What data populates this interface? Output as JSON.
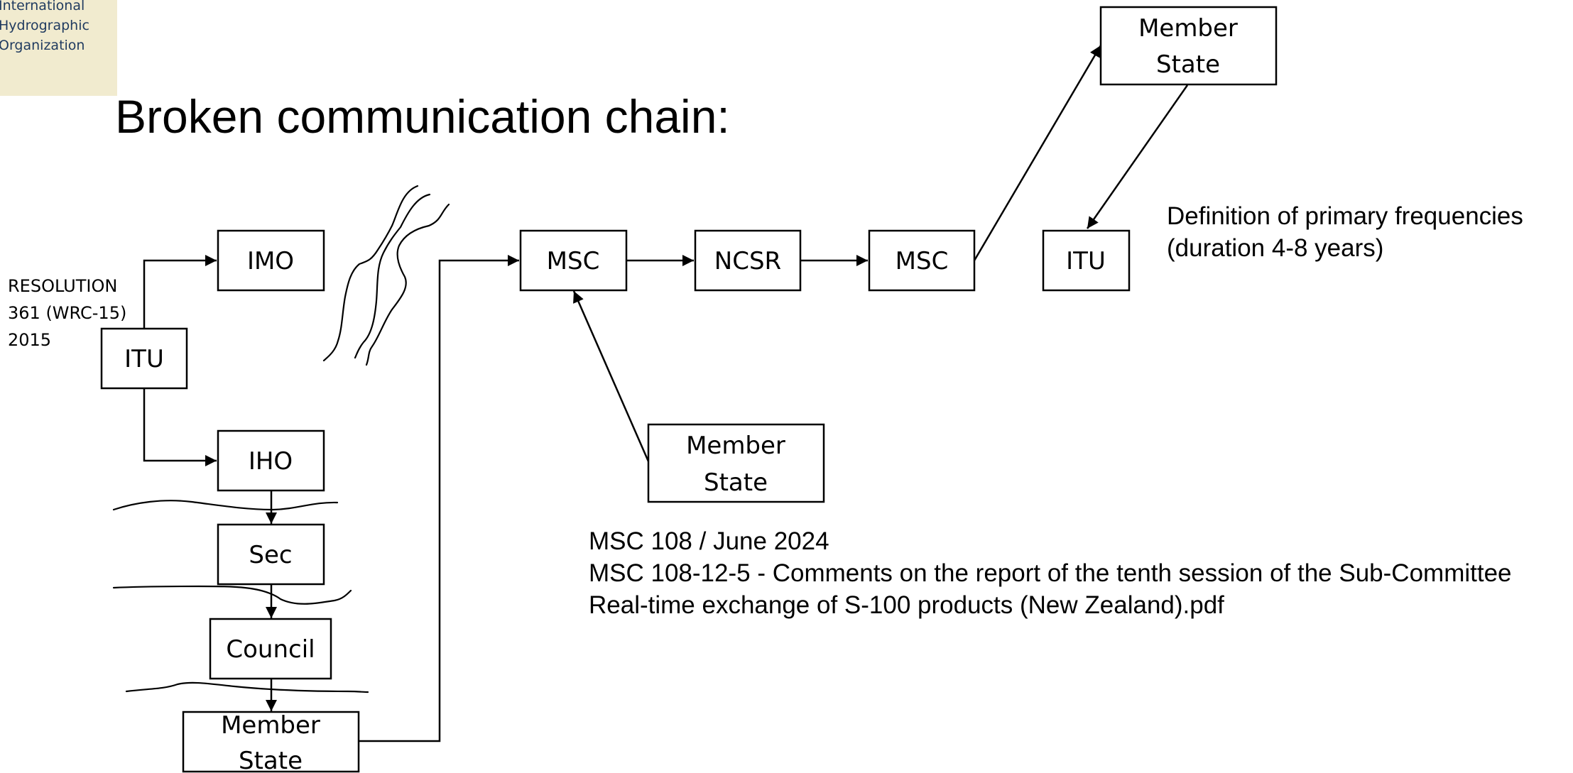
{
  "logo": {
    "line1": "International",
    "line2": "Hydrographic",
    "line3": "Organization"
  },
  "title": "Broken communication chain:",
  "resolution_note": {
    "line1": "RESOLUTION",
    "line2": "361 (WRC-15)",
    "line3": "2015"
  },
  "boxes": {
    "itu_left": "ITU",
    "imo": "IMO",
    "iho": "IHO",
    "sec": "Sec",
    "council": "Council",
    "member_state_bottom": {
      "line1": "Member",
      "line2": "State"
    },
    "msc_first": "MSC",
    "ncsr": "NCSR",
    "msc_second": "MSC",
    "itu_right": "ITU",
    "member_state_top": {
      "line1": "Member",
      "line2": "State"
    },
    "member_state_mid": {
      "line1": "Member",
      "line2": "State"
    }
  },
  "definition": {
    "line1": "Definition of primary frequencies",
    "line2": "(duration 4-8 years)"
  },
  "msc_notes": {
    "line1": "MSC 108 / June 2024",
    "line2": "MSC 108-12-5 - Comments on the report of the tenth session of the Sub-Committee",
    "line3": "Real-time exchange of S-100 products (New Zealand).pdf"
  }
}
